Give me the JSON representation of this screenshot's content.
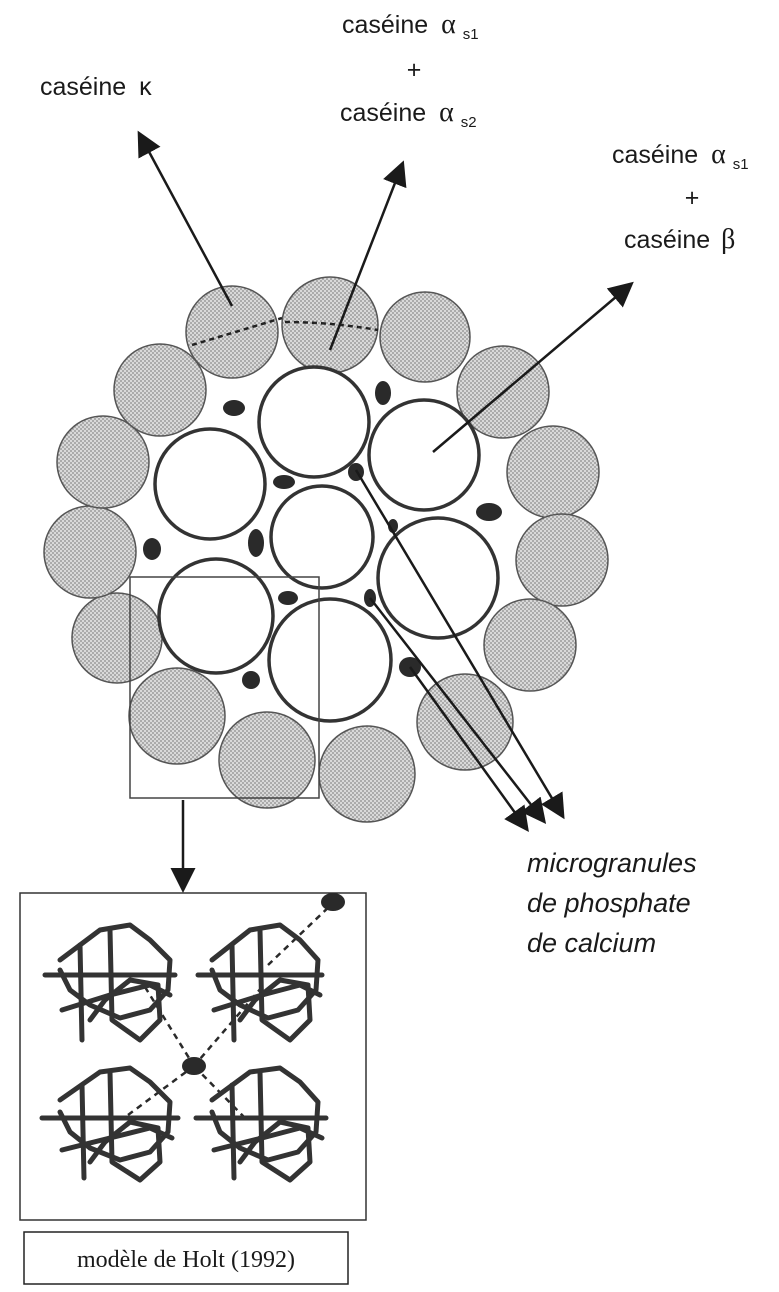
{
  "labels": {
    "kappa": {
      "word": "caséine",
      "greek": "κ"
    },
    "as1_as2": {
      "line1_word": "caséine",
      "line1_greek": "α",
      "line1_sub": "s1",
      "plus": "+",
      "line2_word": "caséine",
      "line2_greek": "α",
      "line2_sub": "s2"
    },
    "as1_beta": {
      "line1_word": "caséine",
      "line1_greek": "α",
      "line1_sub": "s1",
      "plus": "+",
      "line2_word": "caséine",
      "line2_greek": "β"
    },
    "microgranules": [
      "microgranules",
      "de phosphate",
      "de calcium"
    ]
  },
  "caption": "modèle de Holt (1992)",
  "colors": {
    "ink": "#1a1a1a",
    "outer_fill": "#cfcfcf",
    "inner_fill": "#ffffff",
    "stroke": "#333333"
  }
}
